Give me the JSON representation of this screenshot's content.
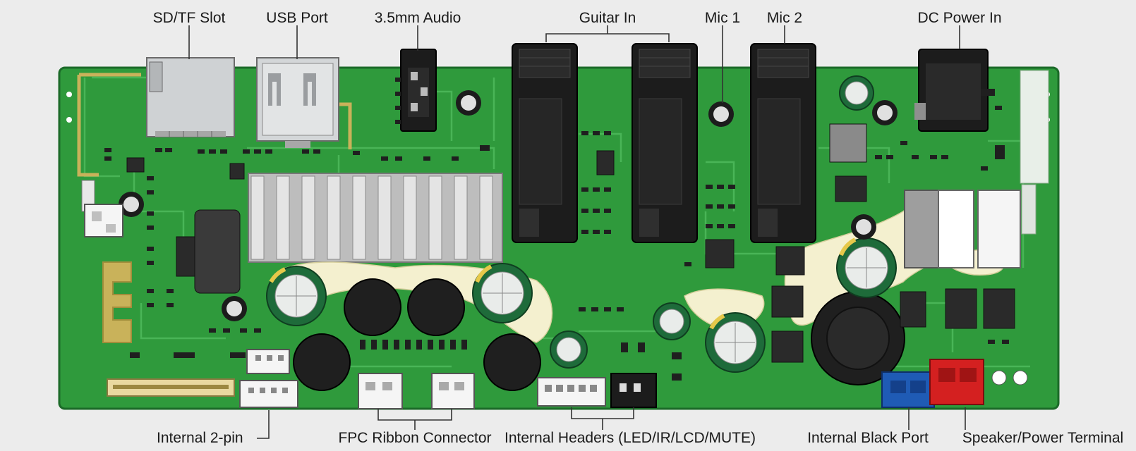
{
  "diagram": {
    "labels": {
      "sd_slot": "SD/TF Slot",
      "usb_port": "USB Port",
      "audio_jack": "3.5mm Audio",
      "guitar_in": "Guitar In",
      "mic1": "Mic 1",
      "mic2": "Mic 2",
      "dc_power": "DC Power In",
      "internal_2pin": "Internal 2-pin",
      "fpc": "FPC Ribbon Connector",
      "headers": "Internal Headers (LED/IR/LCD/MUTE)",
      "black_port": "Internal Black Port",
      "speaker": "Speaker/Power Terminal"
    },
    "colors": {
      "pcb": "#2f9a3c",
      "pcb_dark": "#1f7a2c",
      "trace": "#46b054",
      "hot_glue": "#f4f0cf",
      "heatsink": "#c9c9c9",
      "jack": "#1c1c1c",
      "cap_green": "#1e6b3a",
      "blue_terminal": "#1f5bb5",
      "red_terminal": "#d42020",
      "gold": "#c9b25a"
    }
  }
}
